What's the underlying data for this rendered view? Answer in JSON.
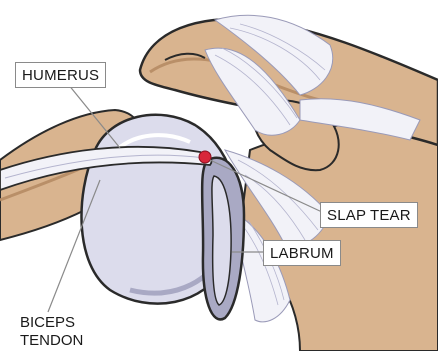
{
  "labels": {
    "humerus": "HUMERUS",
    "slap_tear": "SLAP TEAR",
    "labrum": "LABRUM",
    "biceps_line1": "BICEPS",
    "biceps_line2": "TENDON"
  },
  "colors": {
    "bone": "#d9b48f",
    "bone_shadow": "#b98f68",
    "cartilage": "#dcdcec",
    "cartilage_shadow": "#a9a9c4",
    "ligament": "#f2f2f8",
    "outline": "#2a2a2a",
    "tear": "#d8263a",
    "leader": "#8a8a8a"
  }
}
